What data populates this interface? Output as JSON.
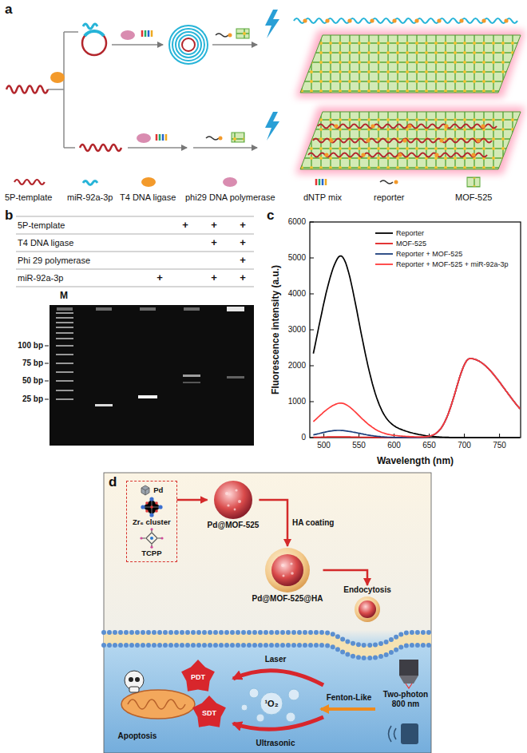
{
  "diagram": {
    "nodes": [
      {
        "text": [
          "Pd",
          "Zr₆ cluster",
          "TCPP"
        ]
      },
      {
        "text": [
          "Pd@MOF-525"
        ]
      },
      {
        "text": [
          "Pd@MOF-525@HA"
        ]
      },
      {
        "text": [
          "Endocytosis"
        ]
      }
    ],
    "edges": [
      {
        "from": 0,
        "to": 1,
        "arrow": "to"
      },
      {
        "from": 1,
        "to": 2,
        "label": "HA coating",
        "arrow": "to"
      },
      {
        "from": 2,
        "to": 3,
        "arrow": "to"
      }
    ],
    "labels": [
      "a",
      "b",
      "5P-template",
      "T4 DNA ligase",
      "Phi 29 polymerase",
      "miR-92a-3p",
      "+",
      "+",
      "+",
      "+",
      "+",
      "+",
      "+",
      "+",
      "+",
      "M",
      "100 bp",
      "75 bp",
      "50 bp",
      "25 bp",
      "c",
      "0",
      "1000",
      "2000",
      "3000",
      "4000",
      "5000",
      "6000",
      "500",
      "550",
      "600",
      "650",
      "700",
      "750",
      "Wavelength (nm)",
      "Fluorescence intensity (a.u.)",
      "d",
      "Laser",
      "Ultrasonic",
      "Fenton-Like",
      "Two-photon 800 nm",
      "¹O₂",
      "PDT",
      "SDT",
      "Apoptosis"
    ],
    "legend": [
      {
        "text": "5P-template"
      },
      {
        "text": "miR-92a-3p"
      },
      {
        "text": "T4 DNA ligase"
      },
      {
        "text": "phi29 DNA polymerase"
      },
      {
        "text": "dNTP mix"
      },
      {
        "text": "reporter"
      },
      {
        "text": "MOF-525"
      },
      {
        "text": "Reporter"
      },
      {
        "text": "MOF-525"
      },
      {
        "text": "Reporter + MOF-525"
      },
      {
        "text": "Reporter + MOF-525 + miR-92a-3p"
      }
    ]
  }
}
